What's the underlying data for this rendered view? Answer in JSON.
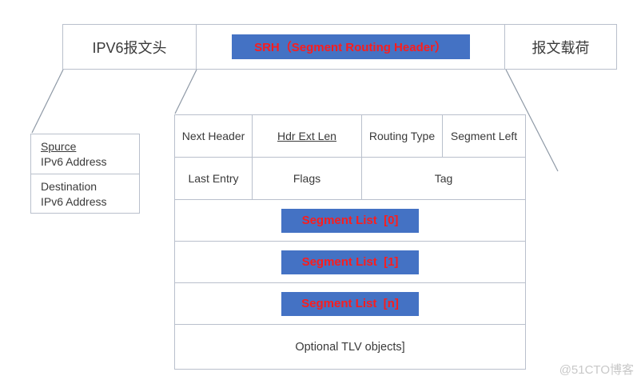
{
  "page": {
    "watermark": "@51CTO博客"
  },
  "top_bar": {
    "left": "IPV6报文头",
    "srh": "SRH（Segment Routing Header）",
    "right": "报文载荷"
  },
  "address_box": {
    "rows": [
      {
        "line1": "Spurce",
        "line2": "IPv6 Address"
      },
      {
        "line1": "Destination",
        "line2": "IPv6 Address"
      }
    ]
  },
  "srh_table": {
    "row1": [
      "Next Header",
      "Hdr Ext Len",
      "Routing Type",
      "Segment Left"
    ],
    "row2": [
      "Last Entry",
      "Flags",
      "Tag"
    ],
    "segment_lists": [
      "Segment List  [0]",
      "Segment List  [1]",
      "Segment List  [n]"
    ],
    "tlv": "Optional TLV objects]"
  },
  "colors": {
    "highlight_blue": "#4472C4",
    "highlight_red_text": "#fb1d1d",
    "border_gray": "#b9c0cc",
    "connector_gray": "#8e99a6",
    "watermark_gray": "#c8c8c8"
  }
}
